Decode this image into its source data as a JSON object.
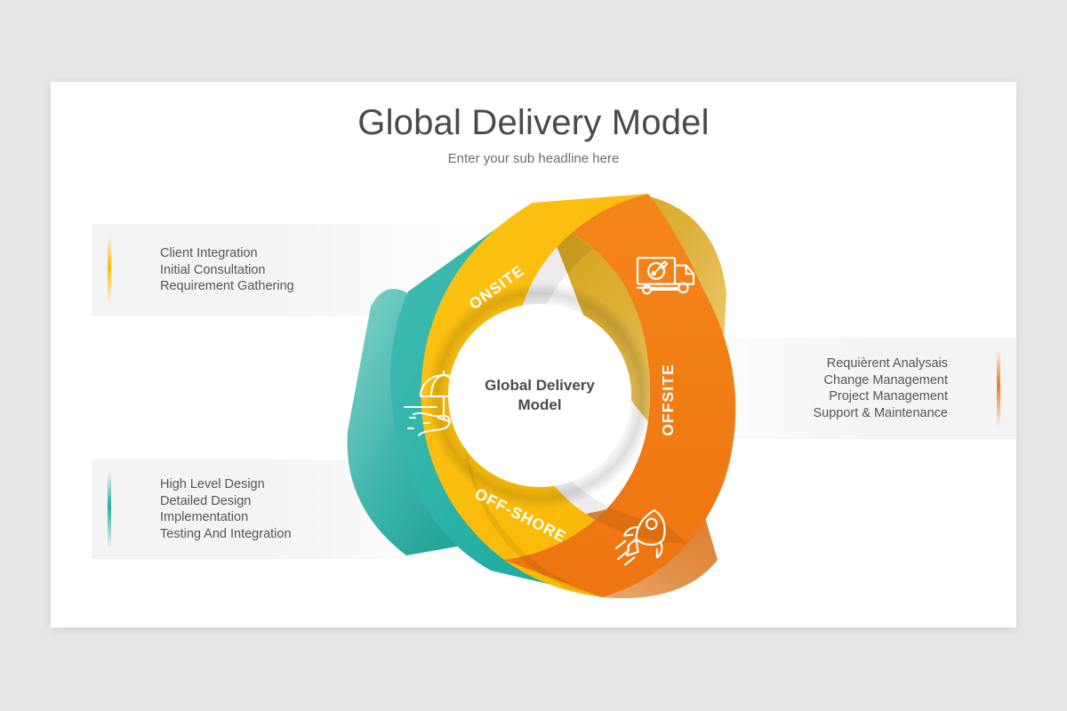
{
  "slide": {
    "title": "Global Delivery Model",
    "subtitle": "Enter your sub headline here"
  },
  "center": {
    "line1": "Global Delivery",
    "line2": "Model"
  },
  "colors": {
    "onsite": "#FBBC05",
    "onsite_dark": "#D9A207",
    "onsite_tail": "#C9A43A",
    "offsite": "#F07D13",
    "offsite_dark": "#D86A0C",
    "offsite_tail": "#D98A4A",
    "offshore": "#1FAFA3",
    "offshore_dark": "#188C83",
    "offshore_tail": "#4FB9B0",
    "card": "#FFFFFF",
    "background": "#E8E7E8",
    "panel": "#F4F4F4",
    "title_text": "#4A4A4A",
    "body_text": "#555555"
  },
  "segments": [
    {
      "id": "onsite",
      "label": "ONSITE",
      "icon": "delivery-truck-icon"
    },
    {
      "id": "offsite",
      "label": "OFFSITE",
      "icon": "rocket-icon"
    },
    {
      "id": "offshore",
      "label": "OFF-SHORE",
      "icon": "beach-umbrella-icon"
    }
  ],
  "panels": {
    "onsite": {
      "lines": [
        "Client Integration",
        "Initial Consultation",
        "Requirement Gathering"
      ]
    },
    "offshore": {
      "lines": [
        "High Level Design",
        "Detailed Design",
        "Implementation",
        "Testing And Integration"
      ]
    },
    "offsite": {
      "lines": [
        "Requièrent Analysais",
        "Change Management",
        "Project Management",
        "Support & Maintenance"
      ]
    }
  }
}
